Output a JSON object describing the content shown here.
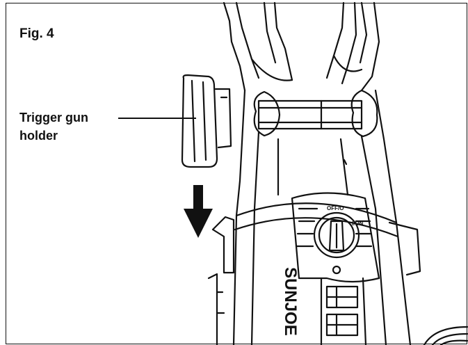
{
  "figure": {
    "label": "Fig. 4",
    "callout": "Trigger gun holder",
    "brand_text": "SUNJOE",
    "switch_off_label": "OFF/O",
    "switch_on_label": "I/ON"
  },
  "colors": {
    "ink": "#111111",
    "paper": "#ffffff",
    "arrow": "#111111"
  },
  "icons": {
    "down_arrow": "down-arrow-icon"
  }
}
